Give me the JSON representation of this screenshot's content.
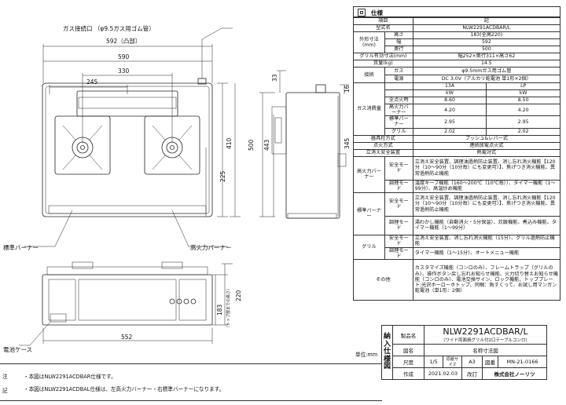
{
  "drawing": {
    "gas_inlet_label": "ガス接続口 （φ9.5ガス用ゴム管）",
    "dim_592": "592（凸部）",
    "dim_590": "590",
    "dim_330": "330",
    "dim_245": "245",
    "dim_410": "410",
    "dim_500": "500",
    "dim_225": "225",
    "dim_443": "443",
    "dim_345": "345",
    "dim_33": "33",
    "dim_16": "16",
    "dim_552": "552",
    "dim_220": "220",
    "dim_183": "183",
    "dim_183_note": "（トップ部までの高さ）",
    "standard_burner": "標準バーナー",
    "high_burner": "高火力バーナー",
    "battery_case": "電池ケース"
  },
  "spec": {
    "title": "仕様",
    "header_item": "項目",
    "header_note": "記",
    "model_label": "型式名",
    "model_value": "NLW2291ACDBAR/L",
    "outer_dim_label": "外形寸法(mm)",
    "height_label": "高さ",
    "height_value": "183(全高220)",
    "width_label": "幅",
    "width_value": "592",
    "depth_label": "奥行",
    "depth_value": "500",
    "grill_dim_label": "グリル有効寸法(mm)",
    "grill_dim_value": "幅252×奥行311×高さ62",
    "mass_label": "質量(kg)",
    "mass_value": "14.5",
    "connect_label": "接続",
    "gas_label": "ガス",
    "gas_value": "φ9.5mmガス用ゴム管",
    "power_label": "電源",
    "power_value": "DC 3.0V（アルカリ乾電池 単1形×2個）",
    "consumption_label": "ガス消費量",
    "col_13a": "13A",
    "col_lp": "LP",
    "unit_kw1": "kW",
    "unit_kw2": "kW",
    "total_label": "全点火時",
    "total_13a": "8.60",
    "total_lp": "8.50",
    "high_label": "高火力バーナー",
    "high_13a": "4.20",
    "high_lp": "4.20",
    "std_label": "標準バーナー",
    "std_13a": "2.95",
    "std_lp": "2.95",
    "grill_label": "グリル",
    "grill_13a": "2.02",
    "grill_lp": "2.02",
    "operation_label": "器具栓方式",
    "operation_value": "プッシュ&レバー式",
    "ignition_label": "点火方式",
    "ignition_value": "連続放電点火式",
    "safety_label": "立消え安全装置",
    "safety_value": "熱電対式",
    "high_burner_label": "高火力バーナー",
    "safe_mode": "安全モード",
    "conv_mode": "調理モード",
    "high_safe_text": "立消え安全装置、調理油過熱防止装置、消し忘れ消火機能【120分（10～90分（10分毎）にも変更可）】、焦げつき消火機能、異常過熱防止機能",
    "high_conv_text": "温度キープ機能（160～200℃（10℃毎））、タイマー機能（1～99分）、高温炒め機能",
    "std_burner_label": "標準バーナー",
    "std_safe_text": "立消え安全装置、調理油過熱防止装置、消し忘れ消火機能【120分（10～90分（10分毎）にも変更可）】、焦げつき消火機能、異常過熱防止機能",
    "std_conv_text": "湯わかし機能（自動消火・5分保温）、炊飯機能、煮込み機能、タイマー機能（1～99分）",
    "grill_row_label": "グリル",
    "grill_safe_text": "立消え安全装置、消し忘れ消火機能（15分）、グリル過熱防止機能",
    "grill_conv_text": "タイマー機能（1～15分）、オートメニュー機能",
    "other_label": "その他",
    "other_text": "カスタマイズ機能（コンロのみ）、フレームトラップ（グリルのみ）、操作ボタン戻し忘れお知らせ機能、火力切り替えお知らせ機能（コンロのみ）、電池交換サイン、ロック機能、トッププレート:光沢ホーローホトップ、同梱：魚すくって、お試し用マンガン乾電池（単1形：2個）"
  },
  "unit_label": "単位:mm",
  "title_block": {
    "side_label_1": "納",
    "side_label_2": "入",
    "side_label_3": "仕",
    "side_label_4": "様",
    "side_label_5": "図",
    "product_label": "製品名",
    "product_value": "NLW2291ACDBAR/L",
    "product_sub": "（ワイド両面焼グリル付2口テーブルコンロ）",
    "drawing_name_label": "図名",
    "drawing_name_value": "名称寸法図",
    "scale_label": "尺度",
    "scale_value": "1/5",
    "size_label": "原紙サイズ",
    "size_value": "A3",
    "number_label": "図番",
    "number_value": "MN-21-0166",
    "created_label": "作成",
    "created_value": "2021.02.03",
    "revised_label": "改訂",
    "company": "株式会社ノーリツ"
  },
  "notes": {
    "label_1": "注",
    "label_2": "記",
    "line_1": "・本図はNLW2291ACDBAR仕様です。",
    "line_2": "・本図はNLW2291ACDBAL仕様は、左高火力バーナー・右標準バーナーになります。"
  }
}
